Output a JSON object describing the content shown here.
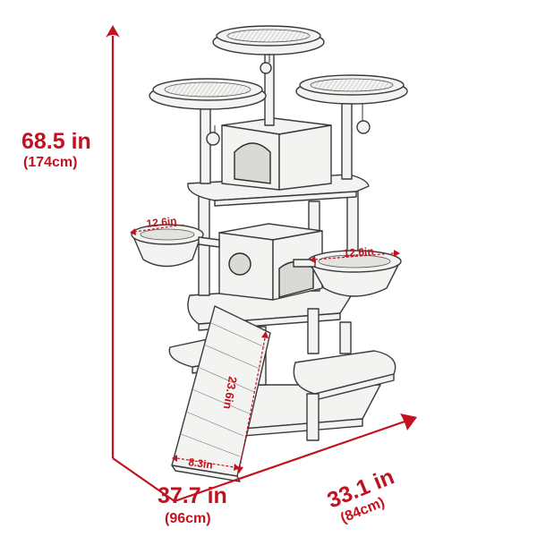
{
  "colors": {
    "accent": "#c2121e",
    "ink": "#3a3a3a",
    "fill": "#f3f3f1"
  },
  "dimensions": {
    "height": {
      "primary": "68.5 in",
      "secondary": "(174cm)"
    },
    "width": {
      "primary": "37.7 in",
      "secondary": "(96cm)"
    },
    "depth": {
      "primary": "33.1 in",
      "secondary": "(84cm)"
    },
    "basket_left": "12.6in",
    "basket_right": "12.6in",
    "ramp_length": "23.6in",
    "ramp_width": "8.3in"
  }
}
